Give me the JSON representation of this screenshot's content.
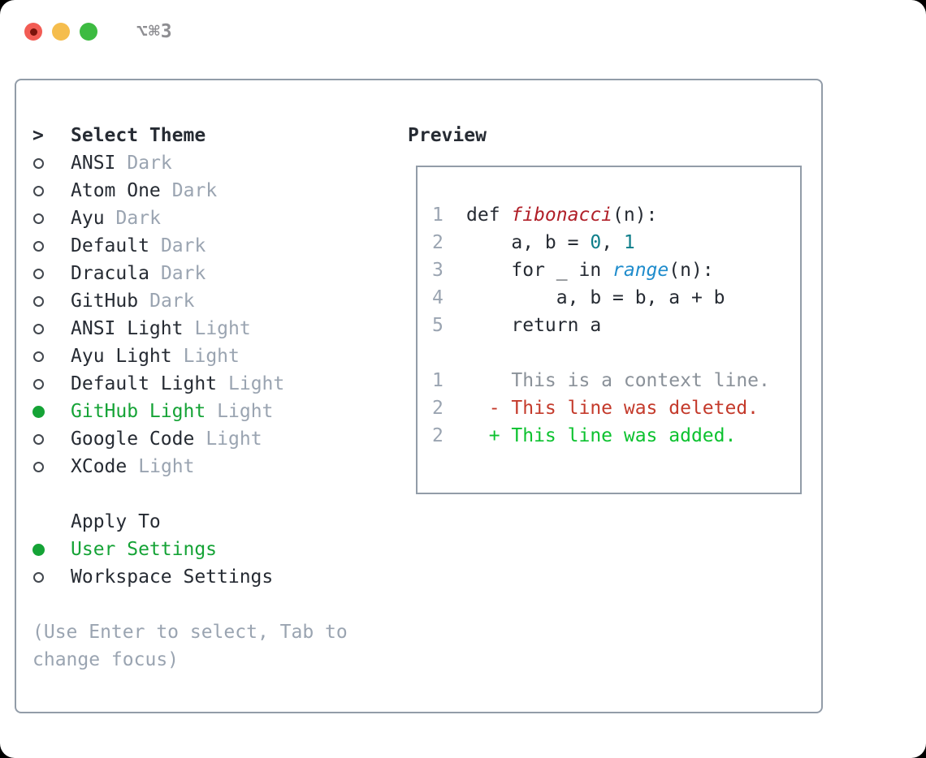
{
  "window": {
    "title_shortcut": "⌥⌘3",
    "traffic_lights": [
      {
        "name": "close",
        "color": "#f25c54",
        "has_inner_dot": true
      },
      {
        "name": "minimize",
        "color": "#f5bd4d",
        "has_inner_dot": false
      },
      {
        "name": "zoom",
        "color": "#3dbb41",
        "has_inner_dot": false
      }
    ]
  },
  "theme_picker": {
    "header": {
      "marker": ">",
      "label": "Select Theme"
    },
    "items": [
      {
        "slug": "ansi-dark",
        "name": "ANSI",
        "tag": "Dark",
        "selected": false
      },
      {
        "slug": "atom-one-dark",
        "name": "Atom One",
        "tag": "Dark",
        "selected": false
      },
      {
        "slug": "ayu-dark",
        "name": "Ayu",
        "tag": "Dark",
        "selected": false
      },
      {
        "slug": "default-dark",
        "name": "Default",
        "tag": "Dark",
        "selected": false
      },
      {
        "slug": "dracula-dark",
        "name": "Dracula",
        "tag": "Dark",
        "selected": false
      },
      {
        "slug": "github-dark",
        "name": "GitHub",
        "tag": "Dark",
        "selected": false
      },
      {
        "slug": "ansi-light",
        "name": "ANSI Light",
        "tag": "Light",
        "selected": false
      },
      {
        "slug": "ayu-light",
        "name": "Ayu Light",
        "tag": "Light",
        "selected": false
      },
      {
        "slug": "default-light",
        "name": "Default Light",
        "tag": "Light",
        "selected": false
      },
      {
        "slug": "github-light",
        "name": "GitHub Light",
        "tag": "Light",
        "selected": true
      },
      {
        "slug": "google-code-light",
        "name": "Google Code",
        "tag": "Light",
        "selected": false
      },
      {
        "slug": "xcode-light",
        "name": "XCode",
        "tag": "Light",
        "selected": false
      }
    ],
    "apply_to": {
      "header": "Apply To",
      "options": [
        {
          "slug": "user-settings",
          "label": "User Settings",
          "selected": true
        },
        {
          "slug": "workspace-settings",
          "label": "Workspace Settings",
          "selected": false
        }
      ]
    },
    "hint": "(Use Enter to select, Tab to change focus)"
  },
  "preview": {
    "header": "Preview",
    "lines": [
      {
        "num": "1",
        "kind": "code",
        "tokens": [
          {
            "text": "def ",
            "style": "plain"
          },
          {
            "text": "fibonacci",
            "style": "func"
          },
          {
            "text": "(n):",
            "style": "plain"
          }
        ]
      },
      {
        "num": "2",
        "kind": "code",
        "tokens": [
          {
            "text": "    a, b = ",
            "style": "plain"
          },
          {
            "text": "0",
            "style": "num"
          },
          {
            "text": ", ",
            "style": "plain"
          },
          {
            "text": "1",
            "style": "num"
          }
        ]
      },
      {
        "num": "3",
        "kind": "code",
        "tokens": [
          {
            "text": "    for _ in ",
            "style": "plain"
          },
          {
            "text": "range",
            "style": "builtin"
          },
          {
            "text": "(n):",
            "style": "plain"
          }
        ]
      },
      {
        "num": "4",
        "kind": "code",
        "tokens": [
          {
            "text": "        a, b = b, a + b",
            "style": "plain"
          }
        ]
      },
      {
        "num": "5",
        "kind": "code",
        "tokens": [
          {
            "text": "    return a",
            "style": "plain"
          }
        ]
      },
      {
        "num": "",
        "kind": "blank",
        "tokens": []
      },
      {
        "num": "1",
        "kind": "context",
        "tokens": [
          {
            "text": "    This is a context line.",
            "style": "context"
          }
        ]
      },
      {
        "num": "2",
        "kind": "deleted",
        "tokens": [
          {
            "text": "  - This line was deleted.",
            "style": "deleted"
          }
        ]
      },
      {
        "num": "2",
        "kind": "added",
        "tokens": [
          {
            "text": "  + This line was added.",
            "style": "added"
          }
        ]
      }
    ]
  },
  "colors": {
    "accent_green": "#15a336",
    "added_green": "#0cc22f",
    "deleted_red": "#c43a2b",
    "function_red": "#b01f28",
    "number_teal": "#0e7e8a",
    "builtin_blue": "#1f8ccc",
    "text_dark": "#262b33",
    "muted_gray": "#9aa4b1",
    "context_gray": "#8a9199",
    "border_gray": "#929ca8",
    "traffic_red": "#f25c54",
    "traffic_yellow": "#f5bd4d",
    "traffic_green": "#3dbb41"
  }
}
